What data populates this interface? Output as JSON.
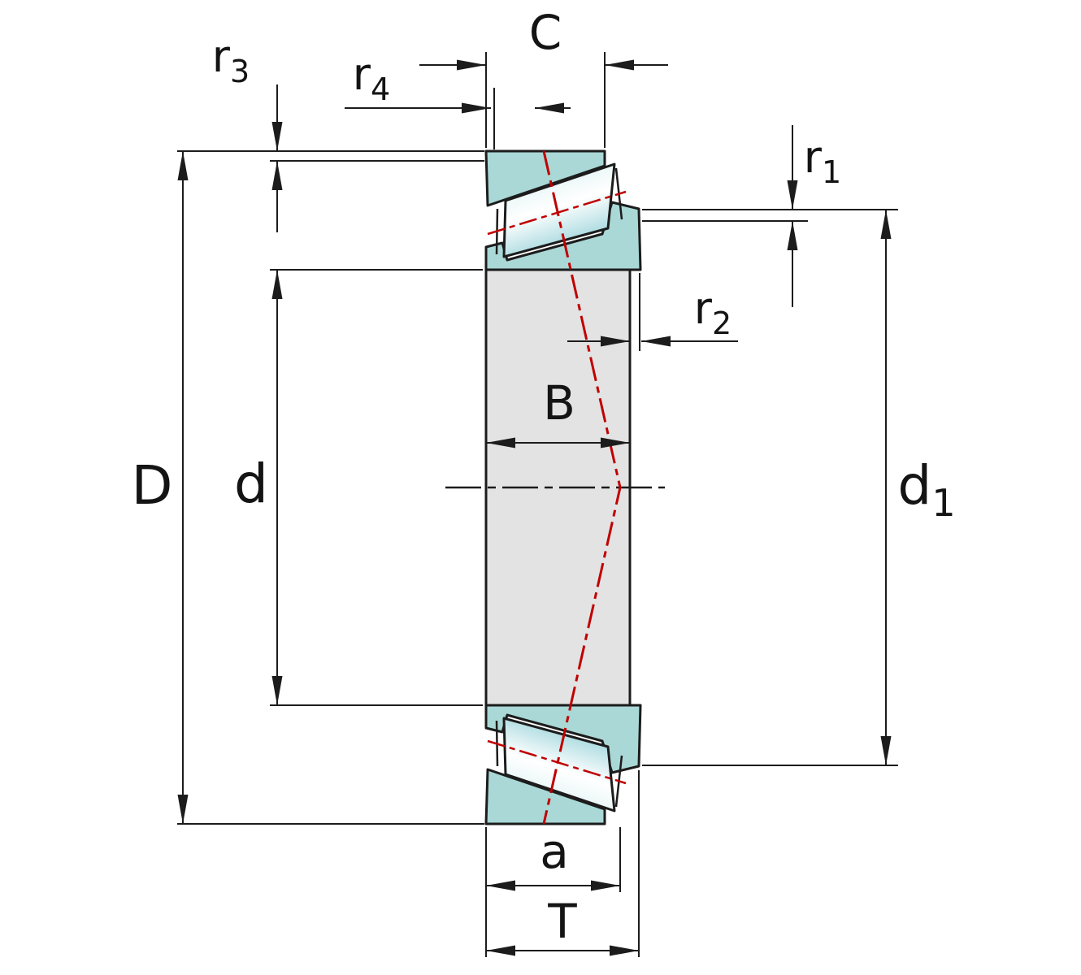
{
  "colors": {
    "outline": "#1c1c1c",
    "ring_fill": "#a9d8d6",
    "inner_ring_fill": "#e3e3e3",
    "contact_line": "#c00000"
  },
  "labels": {
    "C": {
      "main": "C",
      "sub": ""
    },
    "r4": {
      "main": "r",
      "sub": "4"
    },
    "r3": {
      "main": "r",
      "sub": "3"
    },
    "r1": {
      "main": "r",
      "sub": "1"
    },
    "r2": {
      "main": "r",
      "sub": "2"
    },
    "B": {
      "main": "B",
      "sub": ""
    },
    "D": {
      "main": "D",
      "sub": ""
    },
    "d": {
      "main": "d",
      "sub": ""
    },
    "d1": {
      "main": "d",
      "sub": "1"
    },
    "a": {
      "main": "a",
      "sub": ""
    },
    "T": {
      "main": "T",
      "sub": ""
    }
  }
}
